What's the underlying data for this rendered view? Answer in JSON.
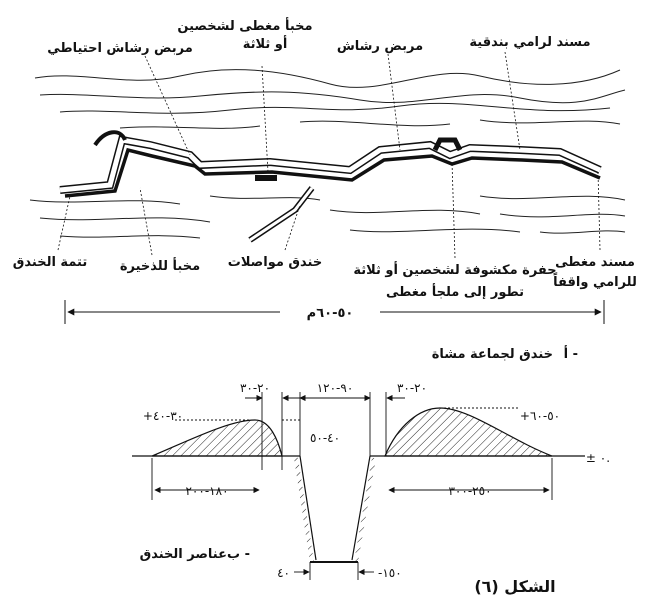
{
  "part_a": {
    "labels_top": {
      "reserve_mg": "مربض رشاش احتياطي",
      "covered_shelter_l1": "مخبأ مغطى لشخصين",
      "covered_shelter_l2": "أو ثلاثة",
      "mg_nest": "مربض رشاش",
      "rifle_rest": "مسند لرامي بندقية"
    },
    "labels_bottom": {
      "trench_end": "تتمة الخندق",
      "ammo_shelter": "مخبأ للذخيرة",
      "comm_trench": "خندق مواصلات",
      "open_pit_l1": "حفرة مكشوفة لشخصين أو ثلاثة",
      "open_pit_l2": "تطور إلى ملجأ مغطى",
      "standing_rest_l1": "مسند مغطى",
      "standing_rest_l2": "للرامي واقفاً"
    },
    "length": "٥٠-٦٠م",
    "caption_prefix": "أ -",
    "caption": "خندق لجماعة مشاة"
  },
  "part_b": {
    "dims": {
      "left_top_gap": "٢٠-٣٠",
      "top_width": "٩٠-١٢٠",
      "right_top_gap": "٢٠-٣٠",
      "left_parapet_h": "+٣٠-٤٠",
      "right_parapet_h": "+٥٠-٦٠",
      "depth_inside": "٤٠-٥٠",
      "ground_level": "± ٠.",
      "left_parapet_w": "١٨٠-٢٠٠",
      "right_parapet_w": "٢٥٠-٣٠٠",
      "bottom_left": "٤٠",
      "bottom_right": "-١٥٠"
    },
    "caption_prefix": "ب -",
    "caption": "عناصر الخندق"
  },
  "figure_title": "الشكل (٦)"
}
